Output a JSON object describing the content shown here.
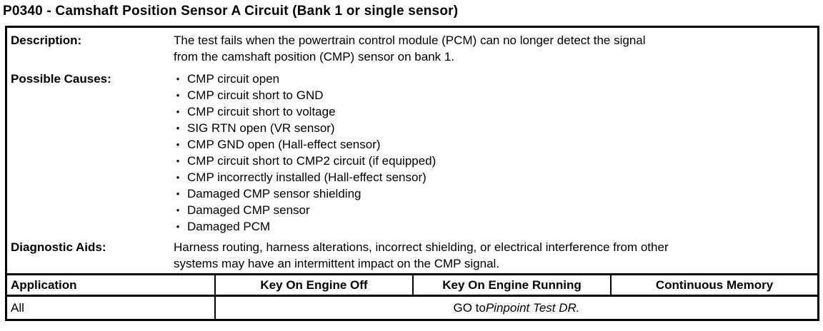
{
  "page": {
    "title": "P0340 - Camshaft Position Sensor A Circuit (Bank 1 or single sensor)"
  },
  "info_rows": [
    {
      "label": "Description:",
      "text": "The test fails when the powertrain control module (PCM) can no longer detect the signal\nfrom the camshaft position (CMP) sensor on bank 1."
    },
    {
      "label": "Possible Causes:",
      "bullets": [
        "CMP circuit open",
        "CMP circuit short to GND",
        "CMP circuit short to voltage",
        "SIG RTN open (VR sensor)",
        "CMP GND open (Hall-effect sensor)",
        "CMP circuit short to CMP2 circuit (if equipped)",
        "CMP incorrectly installed (Hall-effect sensor)",
        "Damaged CMP sensor shielding",
        "Damaged CMP sensor",
        "Damaged PCM"
      ]
    },
    {
      "label": "Diagnostic Aids:",
      "text": "Harness routing, harness alterations, incorrect shielding, or electrical interference from other\nsystems may have an intermittent impact on the CMP signal."
    }
  ],
  "action_table": {
    "headers": [
      "Application",
      "Key On Engine Off",
      "Key On Engine Running",
      "Continuous Memory"
    ],
    "row": {
      "application": "All",
      "action_prefix": "GO to ",
      "action_reference": "Pinpoint Test DR."
    }
  }
}
